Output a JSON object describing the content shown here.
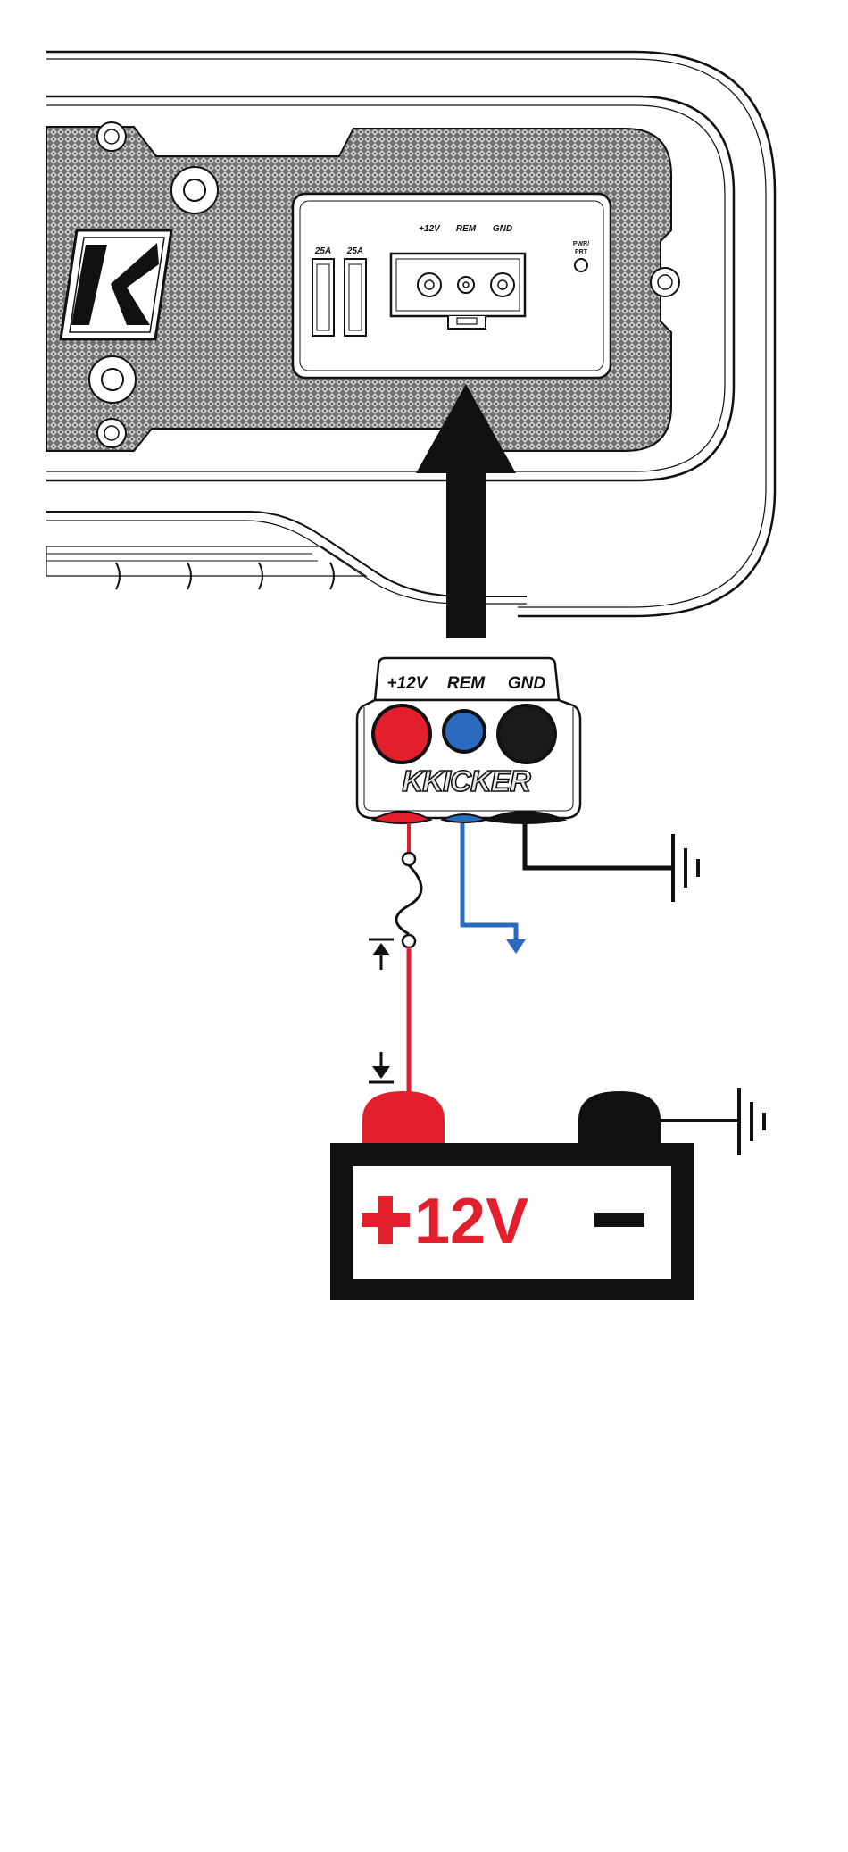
{
  "amplifier": {
    "fuse_labels": [
      "25A",
      "25A"
    ],
    "terminal_labels": [
      "+12V",
      "REM",
      "GND"
    ],
    "led_label_line1": "PWR/",
    "led_label_line2": "PRT"
  },
  "plug": {
    "terminal_labels": [
      "+12V",
      "REM",
      "GND"
    ],
    "brand": "KKICKER"
  },
  "battery": {
    "positive_label": "12V",
    "negative_symbol": "minus"
  },
  "colors": {
    "power": "#e31e2d",
    "remote": "#2a6bbf",
    "ground": "#111111",
    "grille": "#7a7a7a"
  }
}
